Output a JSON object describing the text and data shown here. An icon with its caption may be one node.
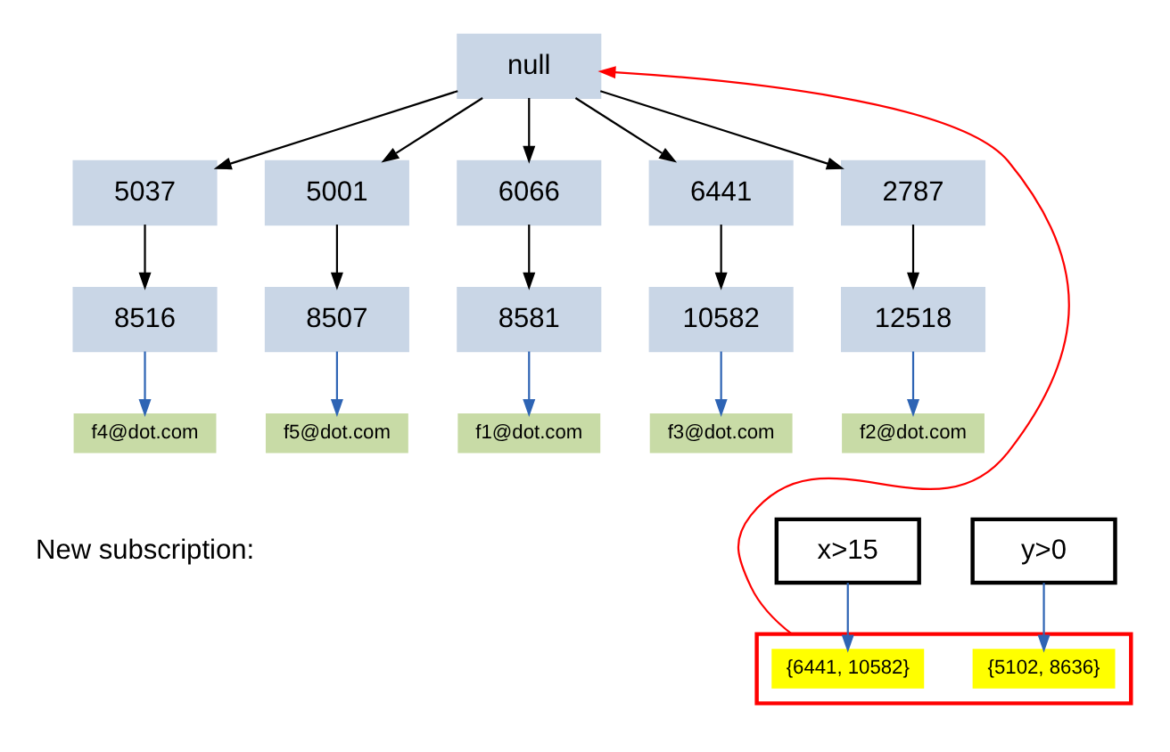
{
  "diagram": {
    "nodes": [
      {
        "text": [
          "null"
        ]
      },
      {
        "text": [
          "5037"
        ]
      },
      {
        "text": [
          "5001"
        ]
      },
      {
        "text": [
          "6066"
        ]
      },
      {
        "text": [
          "6441"
        ]
      },
      {
        "text": [
          "2787"
        ]
      },
      {
        "text": [
          "8516"
        ]
      },
      {
        "text": [
          "8507"
        ]
      },
      {
        "text": [
          "8581"
        ]
      },
      {
        "text": [
          "10582"
        ]
      },
      {
        "text": [
          "12518"
        ]
      },
      {
        "text": [
          "f4@dot.com"
        ]
      },
      {
        "text": [
          "f5@dot.com"
        ]
      },
      {
        "text": [
          "f1@dot.com"
        ]
      },
      {
        "text": [
          "f3@dot.com"
        ]
      },
      {
        "text": [
          "f2@dot.com"
        ]
      },
      {
        "text": [
          "x>15"
        ]
      },
      {
        "text": [
          "y>0"
        ]
      },
      {
        "text": [],
        "shape": "box"
      },
      {
        "text": [
          "{6441, 10582}"
        ],
        "in": 18
      },
      {
        "text": [
          "{5102, 8636}"
        ],
        "in": 18
      }
    ],
    "edges": [
      {
        "from": 0,
        "to": 1,
        "arrow": "to"
      },
      {
        "from": 0,
        "to": 2,
        "arrow": "to"
      },
      {
        "from": 0,
        "to": 3,
        "arrow": "to"
      },
      {
        "from": 0,
        "to": 4,
        "arrow": "to"
      },
      {
        "from": 0,
        "to": 5,
        "arrow": "to"
      },
      {
        "from": 1,
        "to": 6,
        "arrow": "to"
      },
      {
        "from": 2,
        "to": 7,
        "arrow": "to"
      },
      {
        "from": 3,
        "to": 8,
        "arrow": "to"
      },
      {
        "from": 4,
        "to": 9,
        "arrow": "to"
      },
      {
        "from": 5,
        "to": 10,
        "arrow": "to"
      },
      {
        "from": 6,
        "to": 11,
        "arrow": "to",
        "color": "#2e64b4"
      },
      {
        "from": 7,
        "to": 12,
        "arrow": "to",
        "color": "#2e64b4"
      },
      {
        "from": 8,
        "to": 13,
        "arrow": "to",
        "color": "#2e64b4"
      },
      {
        "from": 9,
        "to": 14,
        "arrow": "to",
        "color": "#2e64b4"
      },
      {
        "from": 10,
        "to": 15,
        "arrow": "to",
        "color": "#2e64b4"
      },
      {
        "from": 16,
        "to": 19,
        "arrow": "to",
        "color": "#2e64b4"
      },
      {
        "from": 17,
        "to": 20,
        "arrow": "to",
        "color": "#2e64b4"
      },
      {
        "from": 18,
        "to": 0,
        "arrow": "to",
        "color": "#ff0000"
      }
    ],
    "labels": [
      "New subscription:"
    ]
  }
}
